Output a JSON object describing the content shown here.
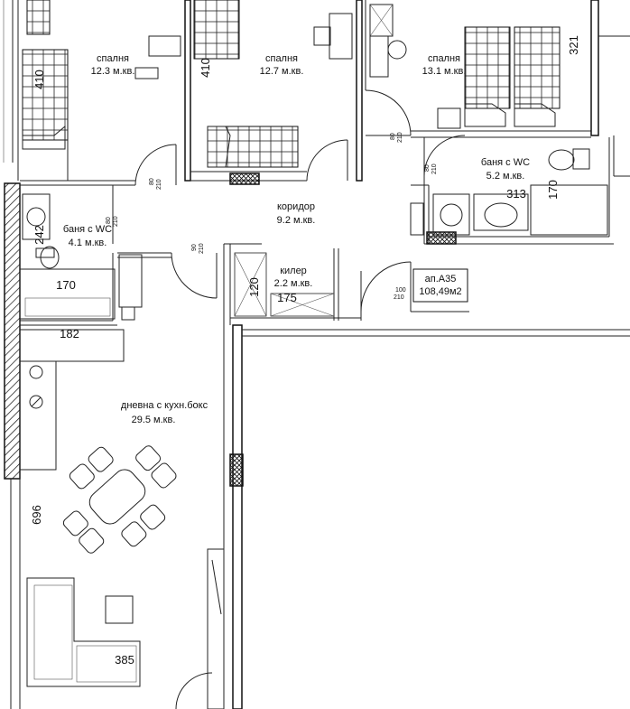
{
  "rooms": {
    "bedroom1": {
      "name": "спалня",
      "area": "12.3 м.кв."
    },
    "bedroom2": {
      "name": "спалня",
      "area": "12.7 м.кв."
    },
    "bedroom3": {
      "name": "спалня",
      "area": "13.1 м.кв."
    },
    "corridor": {
      "name": "коридор",
      "area": "9.2 м.кв."
    },
    "bath1": {
      "name": "баня с WC",
      "area": "4.1 м.кв."
    },
    "bath2": {
      "name": "баня с WC",
      "area": "5.2 м.кв."
    },
    "closet": {
      "name": "килер",
      "area": "2.2 м.кв."
    },
    "living": {
      "name": "дневна с кухн.бокс",
      "area": "29.5 м.кв."
    }
  },
  "apartment": {
    "id": "ап.А35",
    "area": "108,49м2"
  },
  "dimensions": {
    "d410a": "410",
    "d410b": "410",
    "d321": "321",
    "d242": "242",
    "d170a": "170",
    "d182": "182",
    "d313": "313",
    "d170b": "170",
    "d120": "120",
    "d175": "175",
    "d696": "696",
    "d385": "385"
  },
  "doors": {
    "w80": "80",
    "h210": "210",
    "w90": "90",
    "w100": "100"
  }
}
